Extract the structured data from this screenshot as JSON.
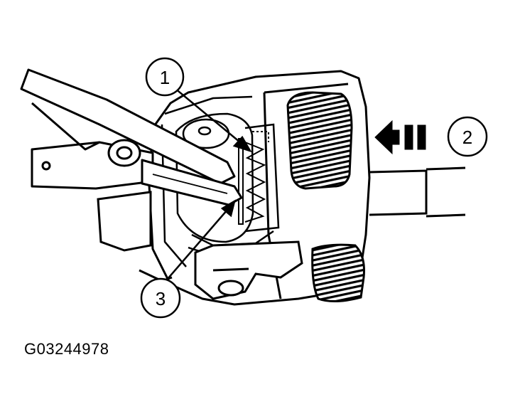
{
  "callouts": [
    {
      "id": "1",
      "label": "1"
    },
    {
      "id": "2",
      "label": "2"
    },
    {
      "id": "3",
      "label": "3"
    }
  ],
  "figure_id": "G03244978"
}
